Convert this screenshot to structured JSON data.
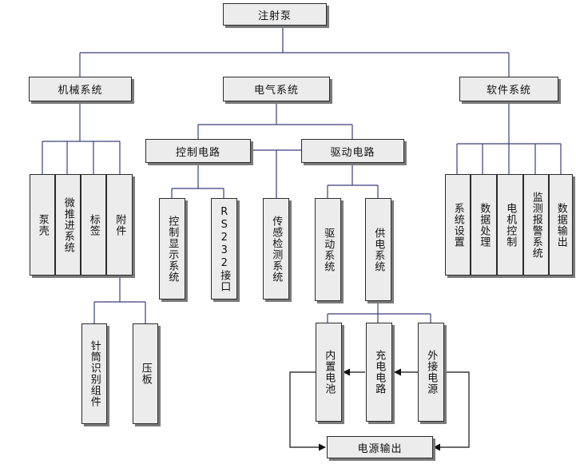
{
  "root": "注射泵",
  "mechanical": {
    "title": "机械系统",
    "children": [
      "泵壳",
      "微推进系统",
      "标签",
      "附件"
    ],
    "accessories": [
      "针筒识别组件",
      "压板"
    ]
  },
  "electrical": {
    "title": "电气系统",
    "control_circuit": "控制电路",
    "drive_circuit": "驱动电路",
    "control_children": [
      "控制显示系统",
      "RS232接口"
    ],
    "sensor": "传感检测系统",
    "drive_children": [
      "驱动系统",
      "供电系统"
    ],
    "power_children": [
      "内置电池",
      "充电电路",
      "外接电源"
    ],
    "power_output": "电源输出"
  },
  "software": {
    "title": "软件系统",
    "children": [
      "系统设置",
      "数据处理",
      "电机控制",
      "监测报警系统",
      "数据输出"
    ]
  },
  "colors": {
    "line": "#3a3f7a",
    "box_fill": "#ececec",
    "border": "#2b2b2b",
    "shadow": "#7a7a7a"
  }
}
